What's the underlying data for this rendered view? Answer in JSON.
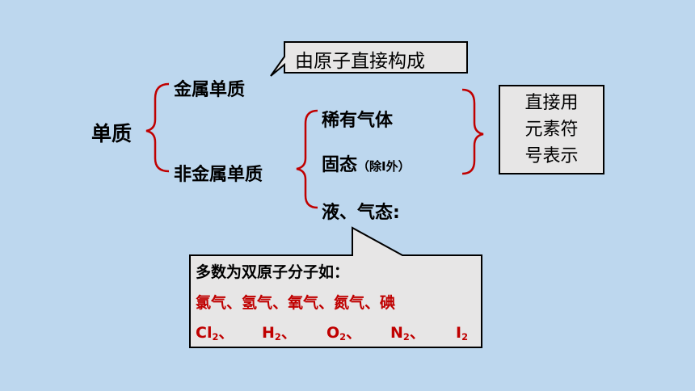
{
  "root": "单质",
  "metal": "金属单质",
  "nonmetal": "非金属单质",
  "callout_top": "由原子直接构成",
  "noble_gas": "稀有气体",
  "solid": "固态",
  "solid_note": "（除I外）",
  "liquid_gas": "液、气态:",
  "right_box": [
    "直接用",
    "元素符",
    "号表示"
  ],
  "bottom_box": {
    "heading": "多数为双原子分子如：",
    "names": "氯气、氢气、氧气、氮气、碘",
    "formulas": [
      {
        "base": "Cl",
        "sub": "2",
        "sep": "、"
      },
      {
        "base": "H",
        "sub": "2",
        "sep": "、"
      },
      {
        "base": "O",
        "sub": "2",
        "sep": "、"
      },
      {
        "base": "N",
        "sub": "2",
        "sep": "、"
      },
      {
        "base": "I",
        "sub": "2",
        "sep": ""
      }
    ]
  },
  "colors": {
    "background": "#bdd7ee",
    "brace": "#c00000",
    "highlight": "#c00000",
    "box_fill": "#e7e6e6"
  }
}
